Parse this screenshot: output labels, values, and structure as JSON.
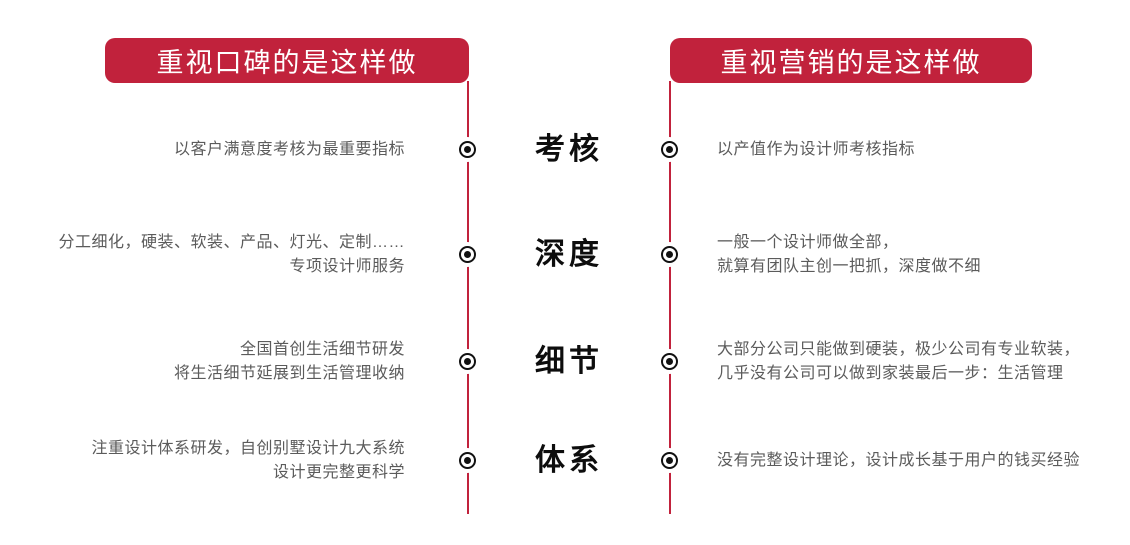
{
  "colors": {
    "accent_red": "#c1223c",
    "body_text_gray": "#5b5b5b",
    "label_black": "#0d0d0d"
  },
  "headers": {
    "left": "重视口碑的是这样做",
    "right": "重视营销的是这样做"
  },
  "rows": [
    {
      "label": "考核",
      "left": [
        "以客户满意度考核为最重要指标"
      ],
      "right": [
        "以产值作为设计师考核指标"
      ]
    },
    {
      "label": "深度",
      "left": [
        "分工细化，硬装、软装、产品、灯光、定制……",
        "专项设计师服务"
      ],
      "right": [
        "一般一个设计师做全部，",
        "就算有团队主创一把抓，深度做不细"
      ]
    },
    {
      "label": "细节",
      "left": [
        "全国首创生活细节研发",
        "将生活细节延展到生活管理收纳"
      ],
      "right": [
        "大部分公司只能做到硬装，极少公司有专业软装，",
        "几乎没有公司可以做到家装最后一步：生活管理"
      ]
    },
    {
      "label": "体系",
      "left": [
        "注重设计体系研发，自创别墅设计九大系统",
        "设计更完整更科学"
      ],
      "right": [
        "没有完整设计理论，设计成长基于用户的钱买经验"
      ]
    }
  ]
}
